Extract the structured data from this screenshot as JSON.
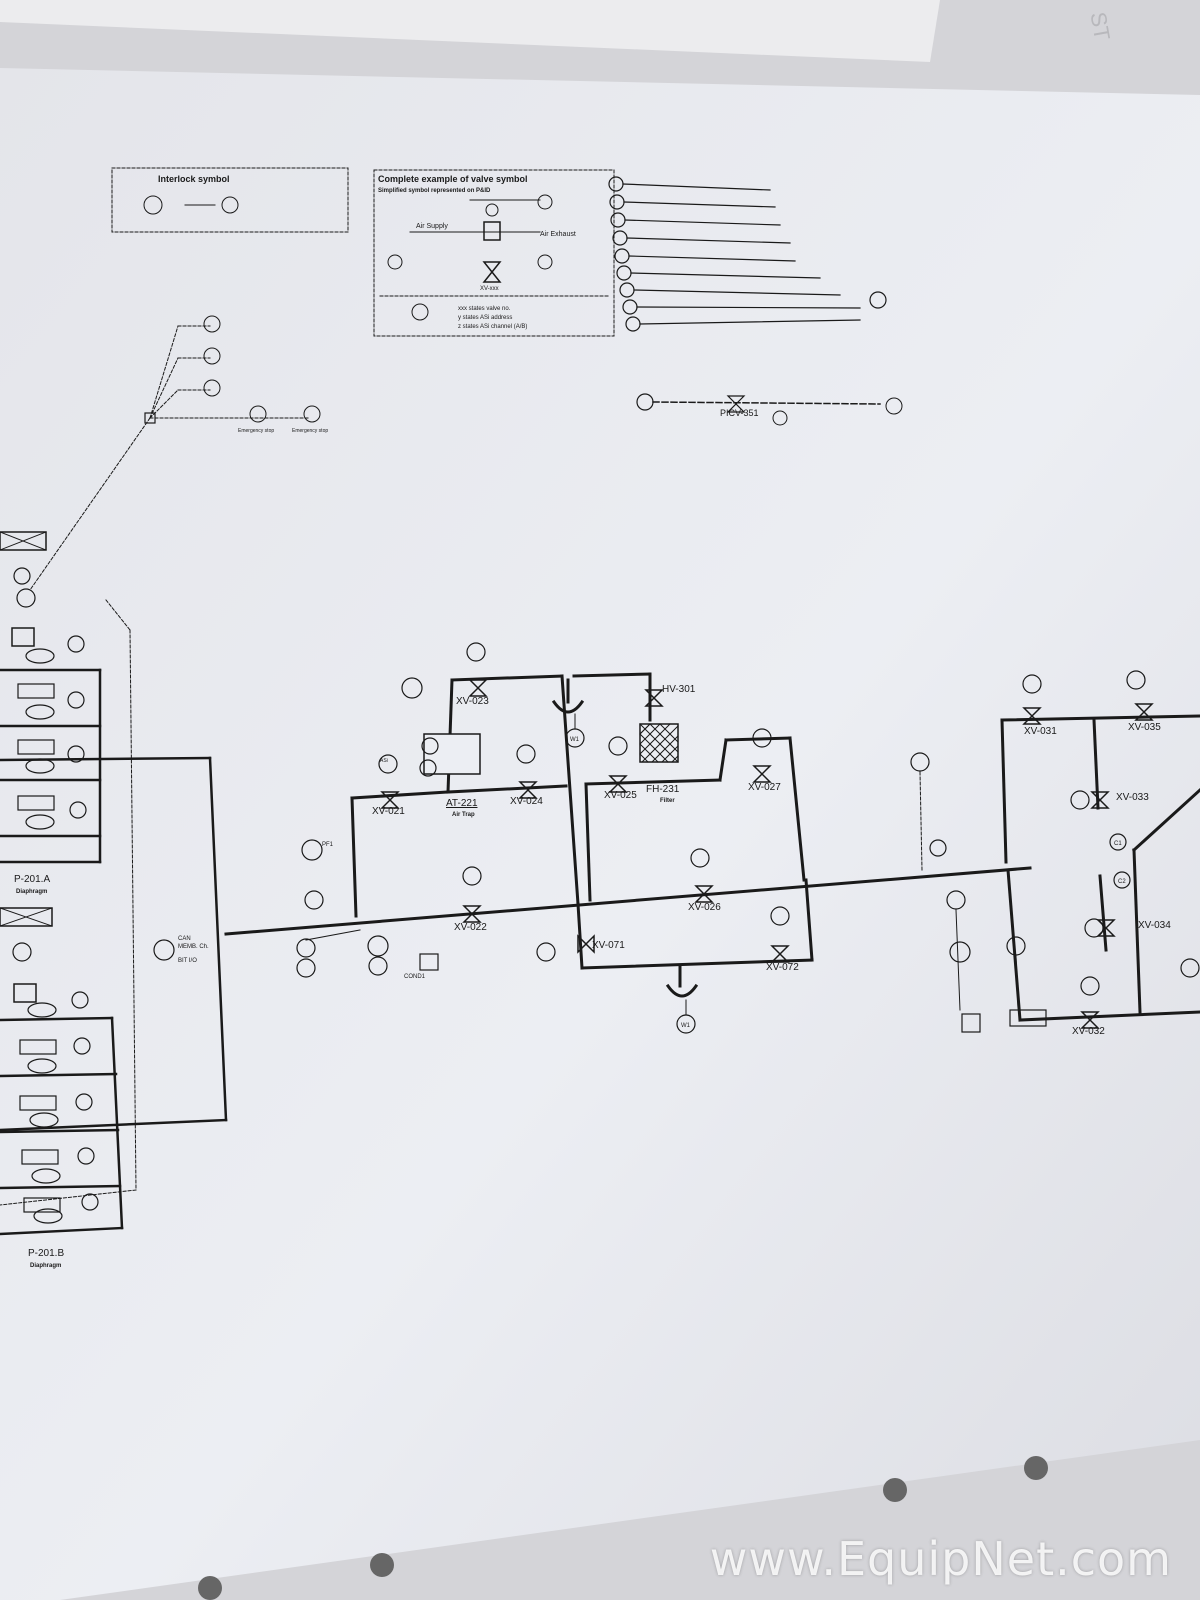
{
  "legend": {
    "interlock_title": "Interlock symbol",
    "valve_example_title": "Complete example of valve symbol",
    "valve_example_subtitle": "Simplified symbol represented on P&ID",
    "air_supply": "Air Supply",
    "air_exhaust": "Air Exhaust",
    "xv_xxx": "XV-xxx",
    "note_xxx": "xxx states valve no.",
    "note_y": "y states ASi address",
    "note_z": "z states ASi channel (A/B)"
  },
  "top_left_labels": {
    "emergency_stop_1": "Emergency stop",
    "emergency_stop_2": "Emergency stop"
  },
  "pumps": {
    "p201a": "P-201.A",
    "p201a_type": "Diaphragm",
    "p201b": "P-201.B",
    "p201b_type": "Diaphragm"
  },
  "equipment": {
    "at221": "AT-221",
    "at221_desc": "Air Trap",
    "fh231": "FH-231",
    "fh231_desc": "Filter",
    "hv301": "HV-301",
    "picv351": "PICV-351",
    "cond1": "COND1",
    "pf1": "PF1",
    "memb": "MEMB. Ch."
  },
  "valves": {
    "xv021": "XV-021",
    "xv022": "XV-022",
    "xv023": "XV-023",
    "xv024": "XV-024",
    "xv025": "XV-025",
    "xv026": "XV-026",
    "xv027": "XV-027",
    "xv031": "XV-031",
    "xv032": "XV-032",
    "xv033": "XV-033",
    "xv034": "XV-034",
    "xv035": "XV-035",
    "xv071": "XV-071",
    "xv072": "XV-072"
  },
  "instruments": {
    "w1_top": "W1",
    "w1_bottom": "W1",
    "can": "CAN",
    "asi": "ASi",
    "c1": "C1",
    "c2": "C2",
    "bit_io": "BIT I/O"
  },
  "watermark": "www.EquipNet.com",
  "colors": {
    "ink": "#1a1a1a",
    "paper": "#e8e9ef",
    "background": "#cfcfd3"
  }
}
